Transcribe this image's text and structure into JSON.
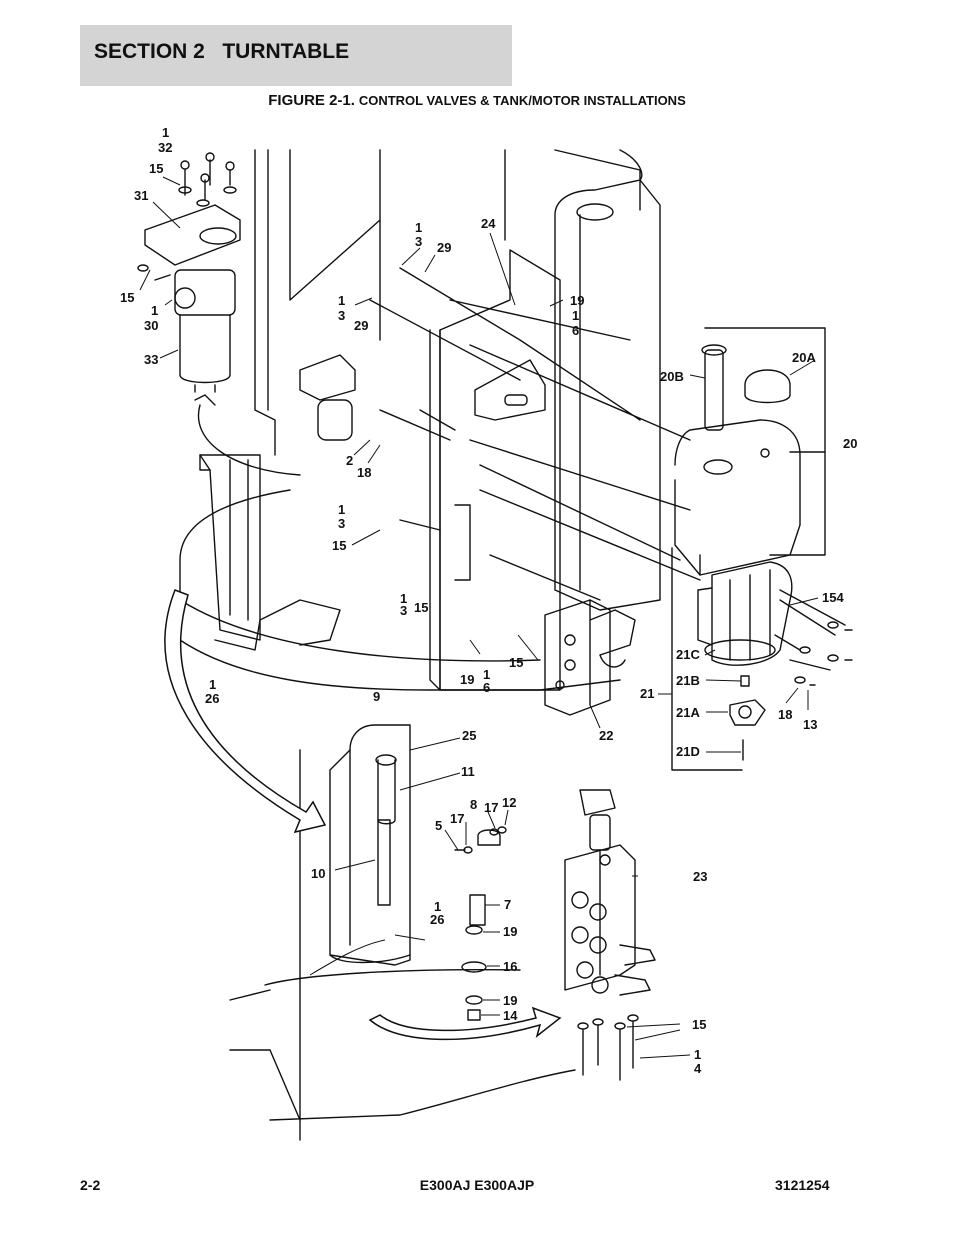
{
  "header": {
    "section_title": "SECTION 2   TURNTABLE"
  },
  "figure": {
    "number": "FIGURE 2-1.",
    "title": "CONTROL VALVES & TANK/MOTOR INSTALLATIONS"
  },
  "callouts": [
    {
      "id": "c1",
      "text": "1"
    },
    {
      "id": "c32",
      "text": "32"
    },
    {
      "id": "c15a",
      "text": "15"
    },
    {
      "id": "c31",
      "text": "31"
    },
    {
      "id": "c15b",
      "text": "15"
    },
    {
      "id": "c1b",
      "text": "1"
    },
    {
      "id": "c30",
      "text": "30"
    },
    {
      "id": "c33",
      "text": "33"
    },
    {
      "id": "c1c",
      "text": "1"
    },
    {
      "id": "c3a",
      "text": "3"
    },
    {
      "id": "c29a",
      "text": "29"
    },
    {
      "id": "c24",
      "text": "24"
    },
    {
      "id": "c1d",
      "text": "1"
    },
    {
      "id": "c3b",
      "text": "3"
    },
    {
      "id": "c29b",
      "text": "29"
    },
    {
      "id": "c19a",
      "text": "19"
    },
    {
      "id": "c1e",
      "text": "1"
    },
    {
      "id": "c6a",
      "text": "6"
    },
    {
      "id": "c20b",
      "text": "20B"
    },
    {
      "id": "c20a",
      "text": "20A"
    },
    {
      "id": "c20",
      "text": "20"
    },
    {
      "id": "c2",
      "text": "2"
    },
    {
      "id": "c18a",
      "text": "18"
    },
    {
      "id": "c1f",
      "text": "1"
    },
    {
      "id": "c3c",
      "text": "3"
    },
    {
      "id": "c15c",
      "text": "15"
    },
    {
      "id": "c154",
      "text": "154"
    },
    {
      "id": "c1g",
      "text": "1"
    },
    {
      "id": "c3d",
      "text": "3"
    },
    {
      "id": "c15d",
      "text": "15"
    },
    {
      "id": "c21c",
      "text": "21C"
    },
    {
      "id": "c1h",
      "text": "1"
    },
    {
      "id": "c26a",
      "text": "26"
    },
    {
      "id": "c19b",
      "text": "19"
    },
    {
      "id": "c1i",
      "text": "1"
    },
    {
      "id": "c6b",
      "text": "6"
    },
    {
      "id": "c15e",
      "text": "15"
    },
    {
      "id": "c21b",
      "text": "21B"
    },
    {
      "id": "c21",
      "text": "21"
    },
    {
      "id": "c9",
      "text": "9"
    },
    {
      "id": "c21a",
      "text": "21A"
    },
    {
      "id": "c18b",
      "text": "18"
    },
    {
      "id": "c13",
      "text": "13"
    },
    {
      "id": "c22",
      "text": "22"
    },
    {
      "id": "c25",
      "text": "25"
    },
    {
      "id": "c21d",
      "text": "21D"
    },
    {
      "id": "c11",
      "text": "11"
    },
    {
      "id": "c8",
      "text": "8"
    },
    {
      "id": "c17a",
      "text": "17"
    },
    {
      "id": "c12",
      "text": "12"
    },
    {
      "id": "c5",
      "text": "5"
    },
    {
      "id": "c17b",
      "text": "17"
    },
    {
      "id": "c10",
      "text": "10"
    },
    {
      "id": "c23",
      "text": "23"
    },
    {
      "id": "c1j",
      "text": "1"
    },
    {
      "id": "c26b",
      "text": "26"
    },
    {
      "id": "c7",
      "text": "7"
    },
    {
      "id": "c19c",
      "text": "19"
    },
    {
      "id": "c16",
      "text": "16"
    },
    {
      "id": "c19d",
      "text": "19"
    },
    {
      "id": "c14",
      "text": "14"
    },
    {
      "id": "c15f",
      "text": "15"
    },
    {
      "id": "c1k",
      "text": "1"
    },
    {
      "id": "c4",
      "text": "4"
    }
  ],
  "footer": {
    "page": "2-2",
    "model": "E300AJ E300AJP",
    "doc_number": "3121254"
  }
}
